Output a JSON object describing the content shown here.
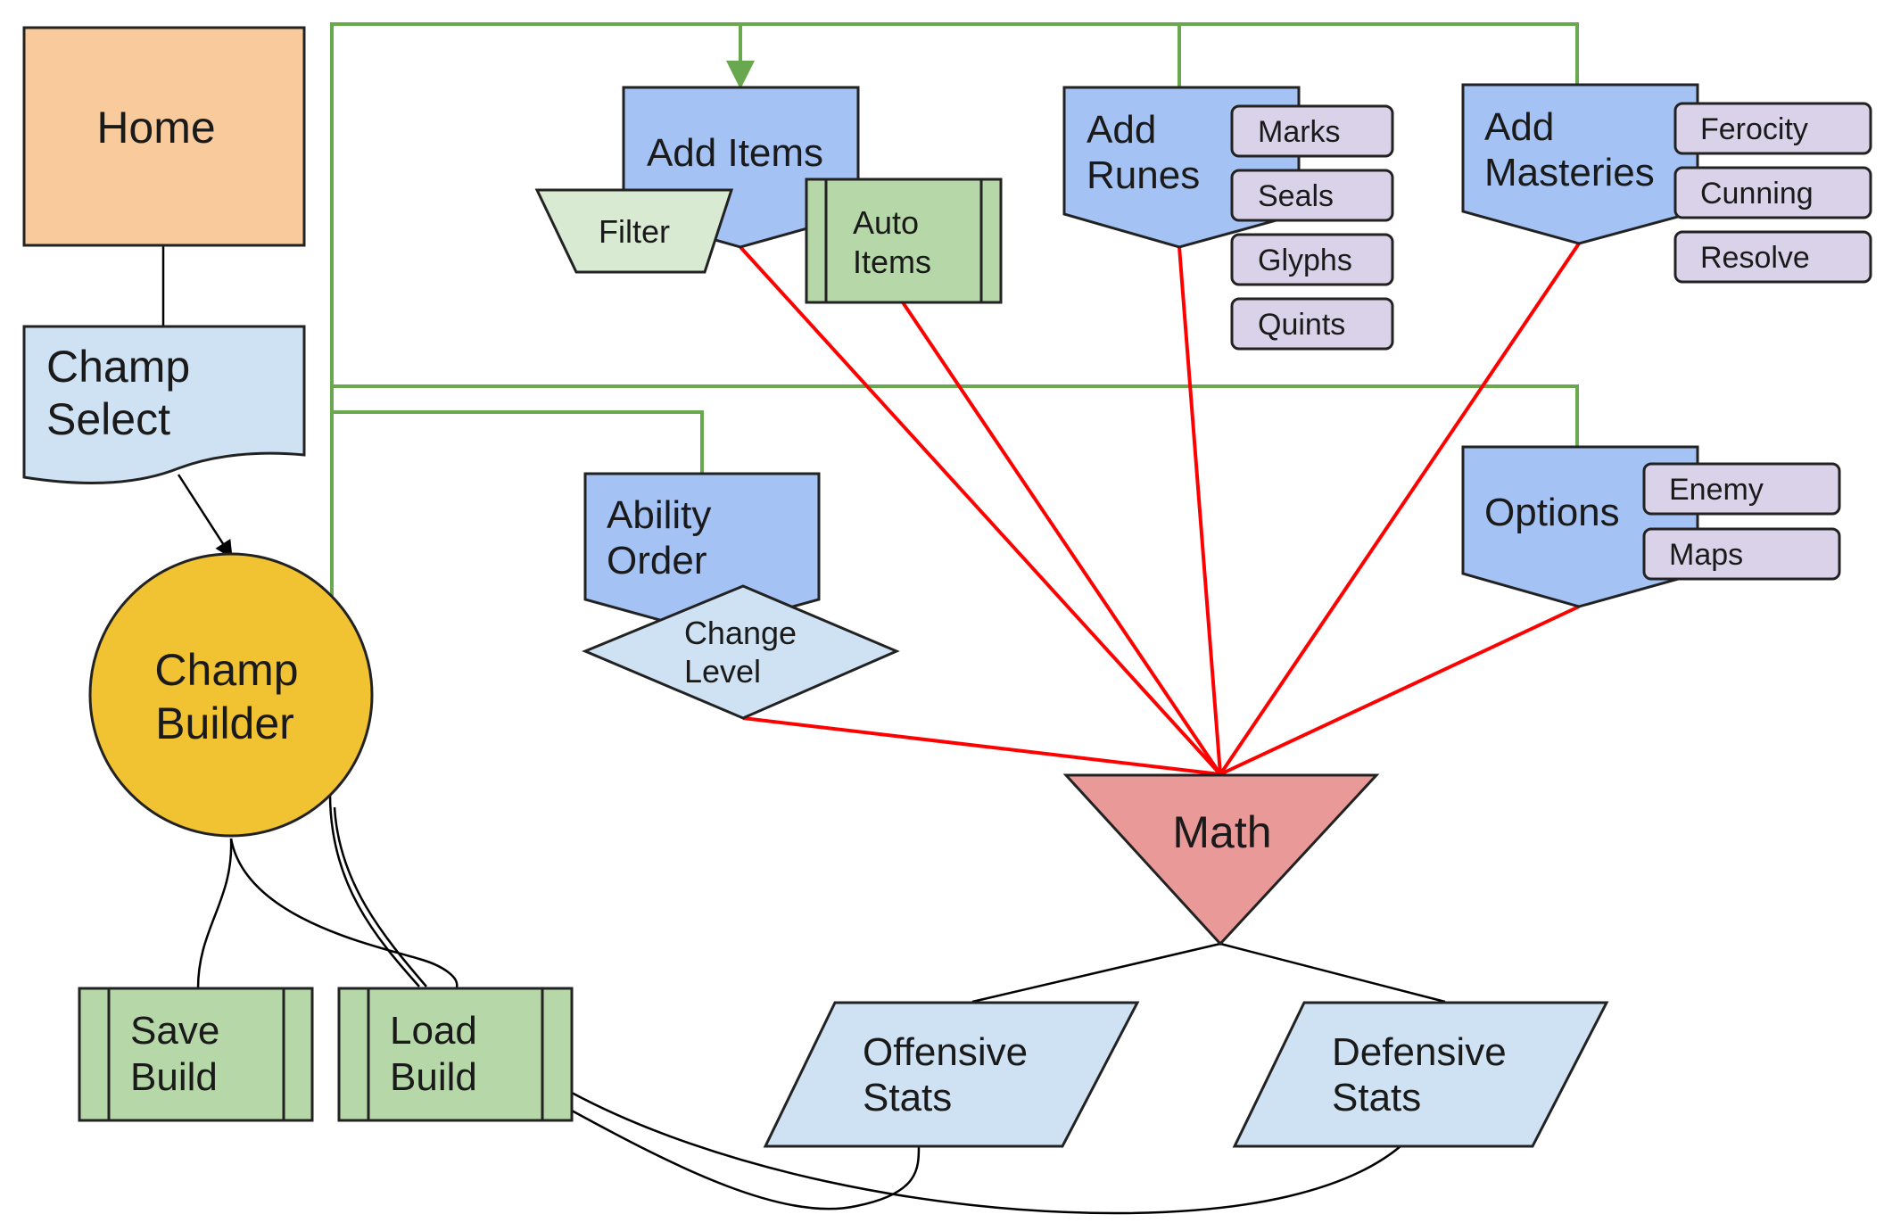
{
  "colors": {
    "home_fill": "#f9cb9c",
    "champ_select_fill": "#cfe2f3",
    "champ_builder_fill": "#f1c232",
    "page_node_fill": "#a4c2f4",
    "sub_option_fill": "#d9d2e9",
    "process_fill": "#b6d7a8",
    "filter_fill": "#d9ead3",
    "decision_fill": "#cfe2f3",
    "math_fill": "#ea9999",
    "stats_fill": "#cfe2f3",
    "nav_connector": "#6aa84f",
    "calc_connector": "#ff0000",
    "flow_connector": "#000000"
  },
  "nodes": {
    "home": {
      "label": "Home",
      "shape": "rectangle"
    },
    "champ_select": {
      "line1": "Champ",
      "line2": "Select",
      "shape": "document"
    },
    "champ_builder": {
      "line1": "Champ",
      "line2": "Builder",
      "shape": "circle"
    },
    "save_build": {
      "line1": "Save",
      "line2": "Build",
      "shape": "predefined-process"
    },
    "load_build": {
      "line1": "Load",
      "line2": "Build",
      "shape": "predefined-process"
    },
    "add_items": {
      "label": "Add Items",
      "shape": "off-page-connector"
    },
    "filter": {
      "label": "Filter",
      "shape": "manual-operation"
    },
    "auto_items": {
      "line1": "Auto",
      "line2": "Items",
      "shape": "predefined-process"
    },
    "add_runes": {
      "line1": "Add",
      "line2": "Runes",
      "shape": "off-page-connector",
      "options": [
        "Marks",
        "Seals",
        "Glyphs",
        "Quints"
      ]
    },
    "add_masteries": {
      "line1": "Add",
      "line2": "Masteries",
      "shape": "off-page-connector",
      "options": [
        "Ferocity",
        "Cunning",
        "Resolve"
      ]
    },
    "ability_order": {
      "line1": "Ability",
      "line2": "Order",
      "shape": "off-page-connector"
    },
    "change_level": {
      "line1": "Change",
      "line2": "Level",
      "shape": "decision"
    },
    "options": {
      "label": "Options",
      "shape": "off-page-connector",
      "options": [
        "Enemy",
        "Maps"
      ]
    },
    "math": {
      "label": "Math",
      "shape": "merge"
    },
    "offensive_stats": {
      "line1": "Offensive",
      "line2": "Stats",
      "shape": "data"
    },
    "defensive_stats": {
      "line1": "Defensive",
      "line2": "Stats",
      "shape": "data"
    }
  }
}
